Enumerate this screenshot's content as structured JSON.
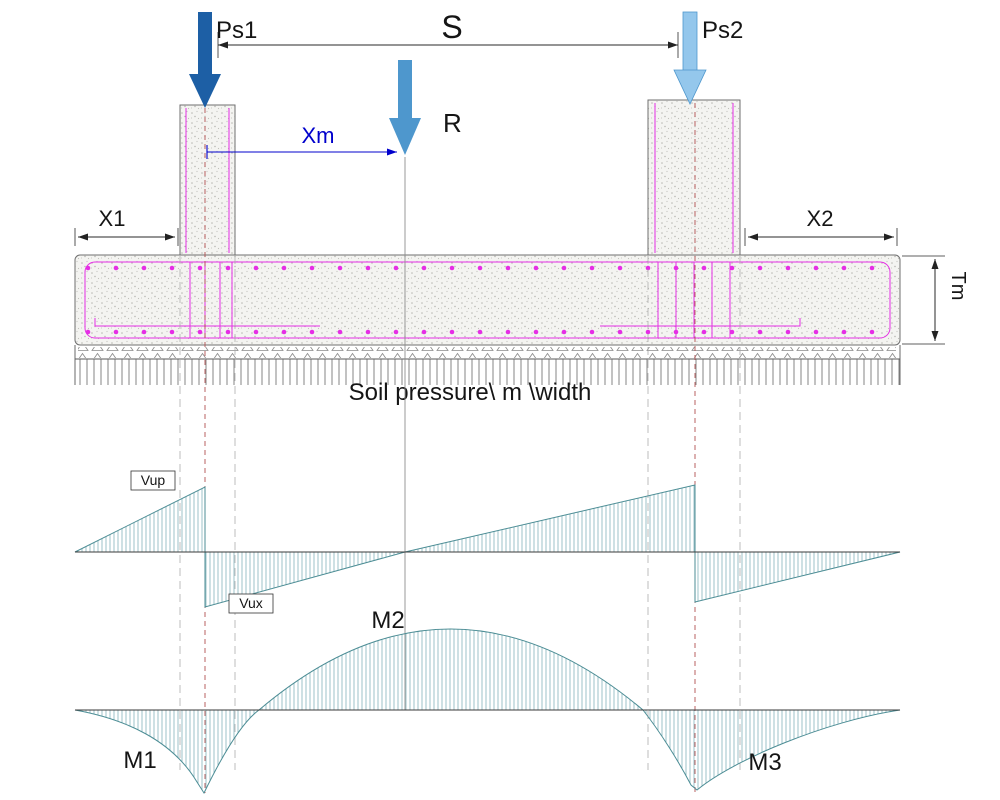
{
  "labels": {
    "ps1": "Ps1",
    "ps2": "Ps2",
    "resultant": "R",
    "span": "S",
    "xm": "Xm",
    "x1": "X1",
    "x2": "X2",
    "tm": "Tm",
    "soil": "Soil pressure\\ m \\width",
    "vup": "Vup",
    "vux": "Vux",
    "m1": "M1",
    "m2": "M2",
    "m3": "M3"
  },
  "colors": {
    "arrowDark": "#1d5fa5",
    "arrowMid": "#4e97cd",
    "arrowLight": "#94c7ec",
    "dimBlue": "#0000cc",
    "rebar": "#e52ee5",
    "hatch": "#93bcc3",
    "hatchStroke": "#4c8d95",
    "refRed": "#b35151"
  }
}
